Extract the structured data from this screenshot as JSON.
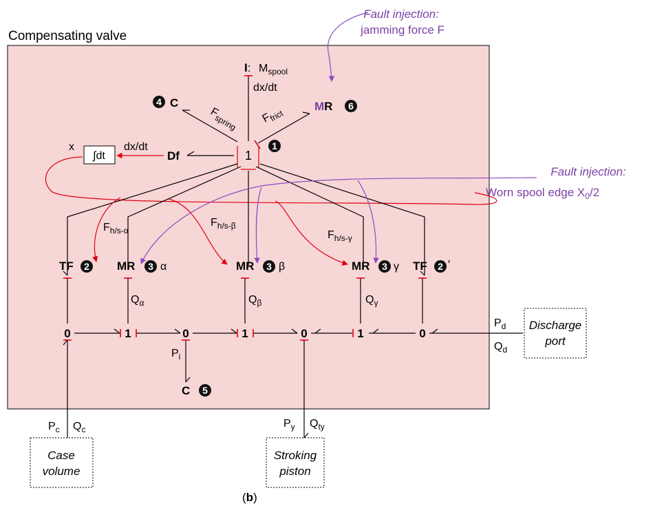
{
  "title": "Compensating valve",
  "caption": "(b)",
  "fault_top": {
    "line1": "Fault injection:",
    "line2": "jamming force F"
  },
  "fault_right": {
    "line1": "Fault injection:",
    "line2": "Worn spool edge X",
    "sub": "0",
    "tail": "/2"
  },
  "colors": {
    "fill": "#f7d6d6",
    "bond_red": "#e0000f",
    "fault_purple": "#7b3fa5"
  },
  "nodes": {
    "I": "I",
    "I_colon": ":",
    "M": "M",
    "M_sub": "spool",
    "dxdt_top": "dx/dt",
    "C4": "C",
    "MR6_M": "M",
    "MR6_R": "R",
    "one_center": "1",
    "Df": "Df",
    "integ": "∫dt",
    "x": "x",
    "dxdt_left": "dx/dt",
    "TF2": "TF",
    "TF2p": "TF",
    "prime": "′",
    "MRa": "MR",
    "MRb": "MR",
    "MRg": "MR",
    "alpha": "α",
    "beta": "β",
    "gamma": "γ",
    "zero": "0",
    "one": "1",
    "C5": "C"
  },
  "labels": {
    "F": "F",
    "spring": "spring",
    "frict": "frict",
    "Fha": "h/s-α",
    "Fhb": "h/s-β",
    "Fhg": "h/s-γ",
    "Q": "Q",
    "Qa_sub": "α",
    "Qb_sub": "β",
    "Qg_sub": "γ",
    "P": "P",
    "Pi_sub": "i",
    "Pd_sub": "d",
    "Qd_sub": "d",
    "Pc_sub": "c",
    "Qc_sub": "c",
    "Py_sub": "y",
    "Qty_sub": "ty"
  },
  "numbers": [
    "1",
    "2",
    "3",
    "4",
    "5",
    "6"
  ],
  "ports": {
    "discharge": {
      "line1": "Discharge",
      "line2": "port"
    },
    "case": {
      "line1": "Case",
      "line2": "volume"
    },
    "stroking": {
      "line1": "Stroking",
      "line2": "piston"
    }
  }
}
